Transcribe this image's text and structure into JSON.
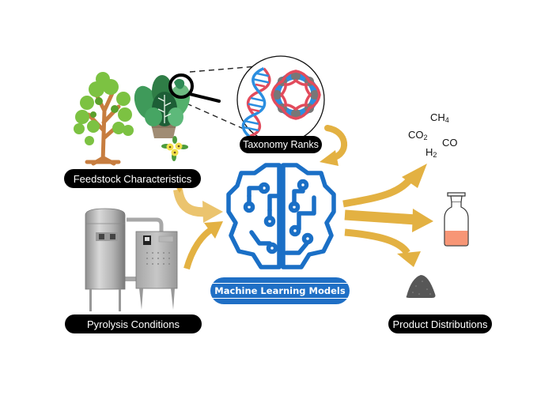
{
  "diagram": {
    "labels": {
      "feedstock": "Feedstock Characteristics",
      "pyrolysis": "Pyrolysis Conditions",
      "taxonomy": "Taxonomy Ranks",
      "ml_models": "Machine Learning Models",
      "products": "Product Distributions"
    },
    "gas_products": {
      "ch4": {
        "base": "CH",
        "sub": "4"
      },
      "co2": {
        "base": "CO",
        "sub": "2"
      },
      "co": {
        "base": "CO",
        "sub": ""
      },
      "h2": {
        "base": "H",
        "sub": "2"
      }
    },
    "colors": {
      "arrow": "#e3b142",
      "arrow_light": "#ebc46e",
      "brain": "#1a6fc6",
      "ml_badge": "#1f6fc5",
      "pill": "#000000",
      "tree_leaf": "#7cc242",
      "tree_trunk": "#c77d3f",
      "dna_red": "#e24b5c",
      "dna_blue": "#2b8ee0",
      "liquid": "#f79676",
      "biochar": "#555555"
    },
    "icons": [
      "tree-icon",
      "potted-plant-icon",
      "flower-icon",
      "magnifier-icon",
      "dna-helix-icon",
      "plasmid-ring-icon",
      "brain-circuit-icon",
      "reactor-icon",
      "bottle-icon",
      "char-pile-icon"
    ]
  }
}
